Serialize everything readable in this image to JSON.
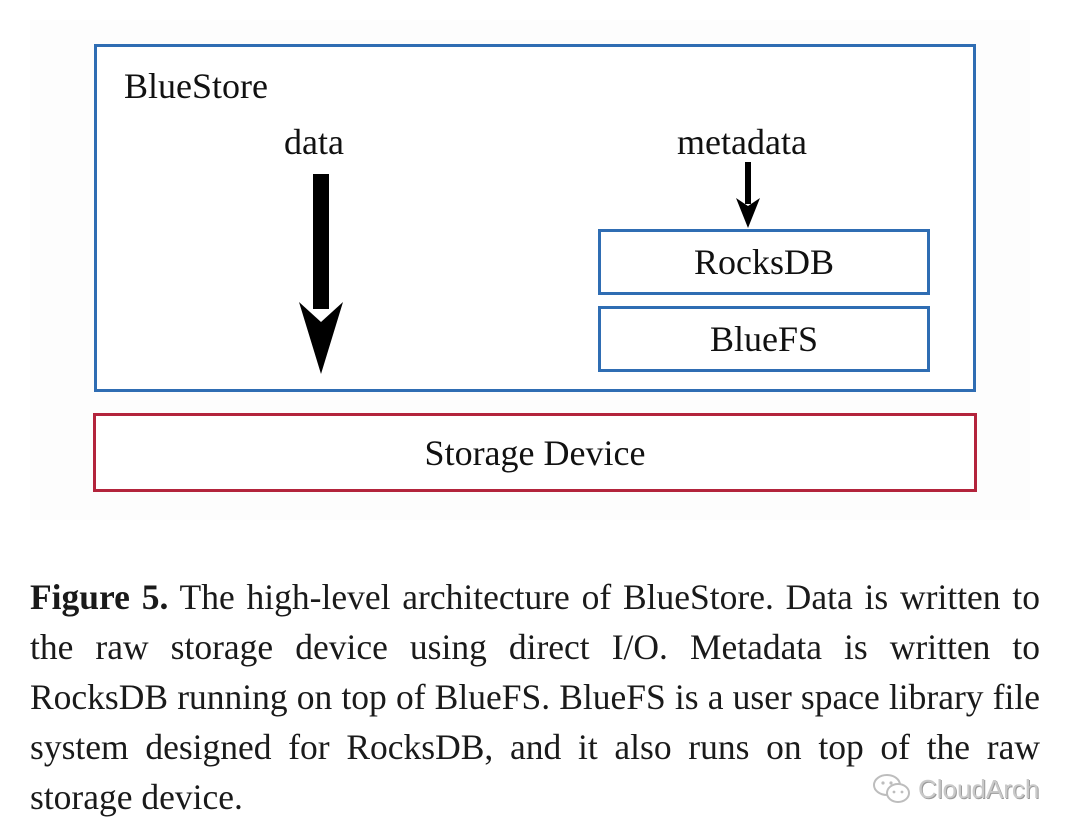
{
  "diagram": {
    "title": "BlueStore",
    "flows": {
      "data_label": "data",
      "metadata_label": "metadata"
    },
    "components": {
      "rocksdb": "RocksDB",
      "bluefs": "BlueFS",
      "storage_device": "Storage Device"
    },
    "colors": {
      "bluestore_border": "#2f6db3",
      "component_border": "#2f6db3",
      "storage_border": "#b3243c",
      "arrow": "#000000"
    }
  },
  "caption": {
    "label": "Figure 5.",
    "text": " The high-level architecture of BlueStore. Data is written to the raw storage device using direct I/O. Metadata is written to RocksDB running on top of BlueFS. BlueFS is a user space library file system designed for RocksDB, and it also runs on top of the raw storage device."
  },
  "watermark": {
    "icon": "wechat-icon",
    "text": "CloudArch"
  }
}
